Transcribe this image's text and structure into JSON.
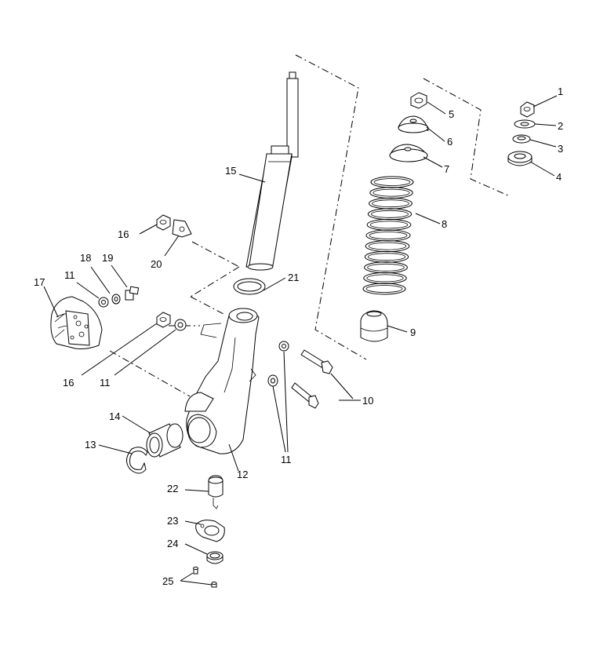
{
  "callouts": [
    {
      "id": "c1",
      "text": "1"
    },
    {
      "id": "c2",
      "text": "2"
    },
    {
      "id": "c3",
      "text": "3"
    },
    {
      "id": "c4",
      "text": "4"
    },
    {
      "id": "c5",
      "text": "5"
    },
    {
      "id": "c6",
      "text": "6"
    },
    {
      "id": "c7",
      "text": "7"
    },
    {
      "id": "c8",
      "text": "8"
    },
    {
      "id": "c9",
      "text": "9"
    },
    {
      "id": "c10",
      "text": "10"
    },
    {
      "id": "c11a",
      "text": "11"
    },
    {
      "id": "c11b",
      "text": "11"
    },
    {
      "id": "c11c",
      "text": "11"
    },
    {
      "id": "c12",
      "text": "12"
    },
    {
      "id": "c13",
      "text": "13"
    },
    {
      "id": "c14",
      "text": "14"
    },
    {
      "id": "c15",
      "text": "15"
    },
    {
      "id": "c16a",
      "text": "16"
    },
    {
      "id": "c16b",
      "text": "16"
    },
    {
      "id": "c17",
      "text": "17"
    },
    {
      "id": "c18",
      "text": "18"
    },
    {
      "id": "c19",
      "text": "19"
    },
    {
      "id": "c20",
      "text": "20"
    },
    {
      "id": "c21",
      "text": "21"
    },
    {
      "id": "c22",
      "text": "22"
    },
    {
      "id": "c23",
      "text": "23"
    },
    {
      "id": "c24",
      "text": "24"
    },
    {
      "id": "c25",
      "text": "25"
    }
  ],
  "colors": {
    "ink": "#000000",
    "paper": "#ffffff"
  }
}
